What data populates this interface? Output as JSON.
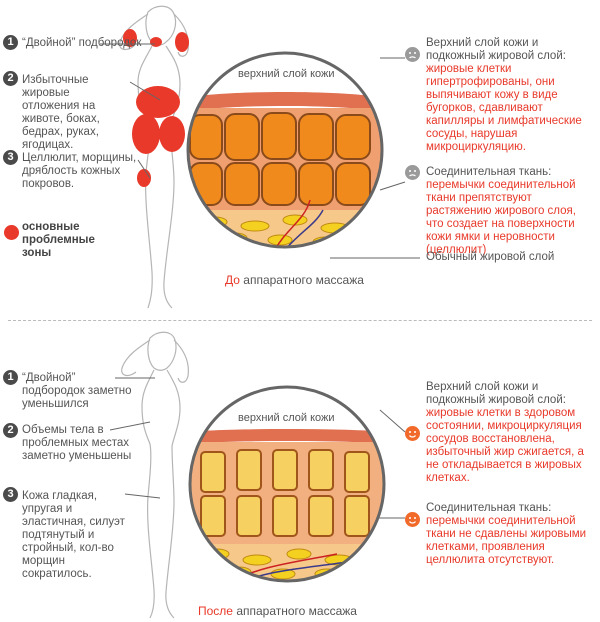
{
  "before": {
    "points": [
      {
        "num": "1",
        "text": "“Двойной” подбородок"
      },
      {
        "num": "2",
        "text": "Избыточные жировые отложения на животе, боках, бедрах, руках, ягодицах."
      },
      {
        "num": "3",
        "text": "Целлюлит, морщины, дряблость кожных покровов."
      }
    ],
    "legend": "основные проблемные зоны",
    "diagram_label": "верхний слой кожи",
    "right": [
      {
        "title": "Верхний слой кожи и подкожный жировой слой:",
        "desc": "жировые клетки гипертрофированы, они выпячивают кожу в виде бугорков, сдавливают капилляры и лимфатические сосуды, нарушая микроциркуляцию.",
        "face": "sad"
      },
      {
        "title": "Соединительная ткань:",
        "desc": "перемычки соединительной ткани препятствуют растяжению жирового слоя, что создает на поверхности кожи ямки и неровности (целлюлит)",
        "face": "sad"
      }
    ],
    "normal_fat": "Обычный жировой слой",
    "caption_highlight": "До",
    "caption_rest": " аппаратного массажа",
    "colors": {
      "accent": "#e8392a",
      "problem_zone": "#e8392a"
    }
  },
  "after": {
    "points": [
      {
        "num": "1",
        "text": "“Двойной” подбородок заметно уменьшился"
      },
      {
        "num": "2",
        "text": "Объемы тела в проблемных местах заметно уменьшены"
      },
      {
        "num": "3",
        "text": "Кожа гладкая, упругая и эластичная, силуэт подтянутый и стройный, кол-во морщин сократилось."
      }
    ],
    "diagram_label": "верхний слой кожи",
    "right": [
      {
        "title": "Верхний слой кожи и подкожный жировой слой:",
        "desc": "жировые клетки в здоровом состоянии, микроциркуляция сосудов восстановлена, избыточный жир сжигается, а не откладывается в жировых клетках.",
        "face": "happy"
      },
      {
        "title": "Соединительная ткань:",
        "desc": "перемычки соединительной ткани не сдавлены жировыми клетками, проявления целлюлита отсутствуют.",
        "face": "happy"
      }
    ],
    "caption_highlight": "После",
    "caption_rest": " аппаратного массажа"
  }
}
